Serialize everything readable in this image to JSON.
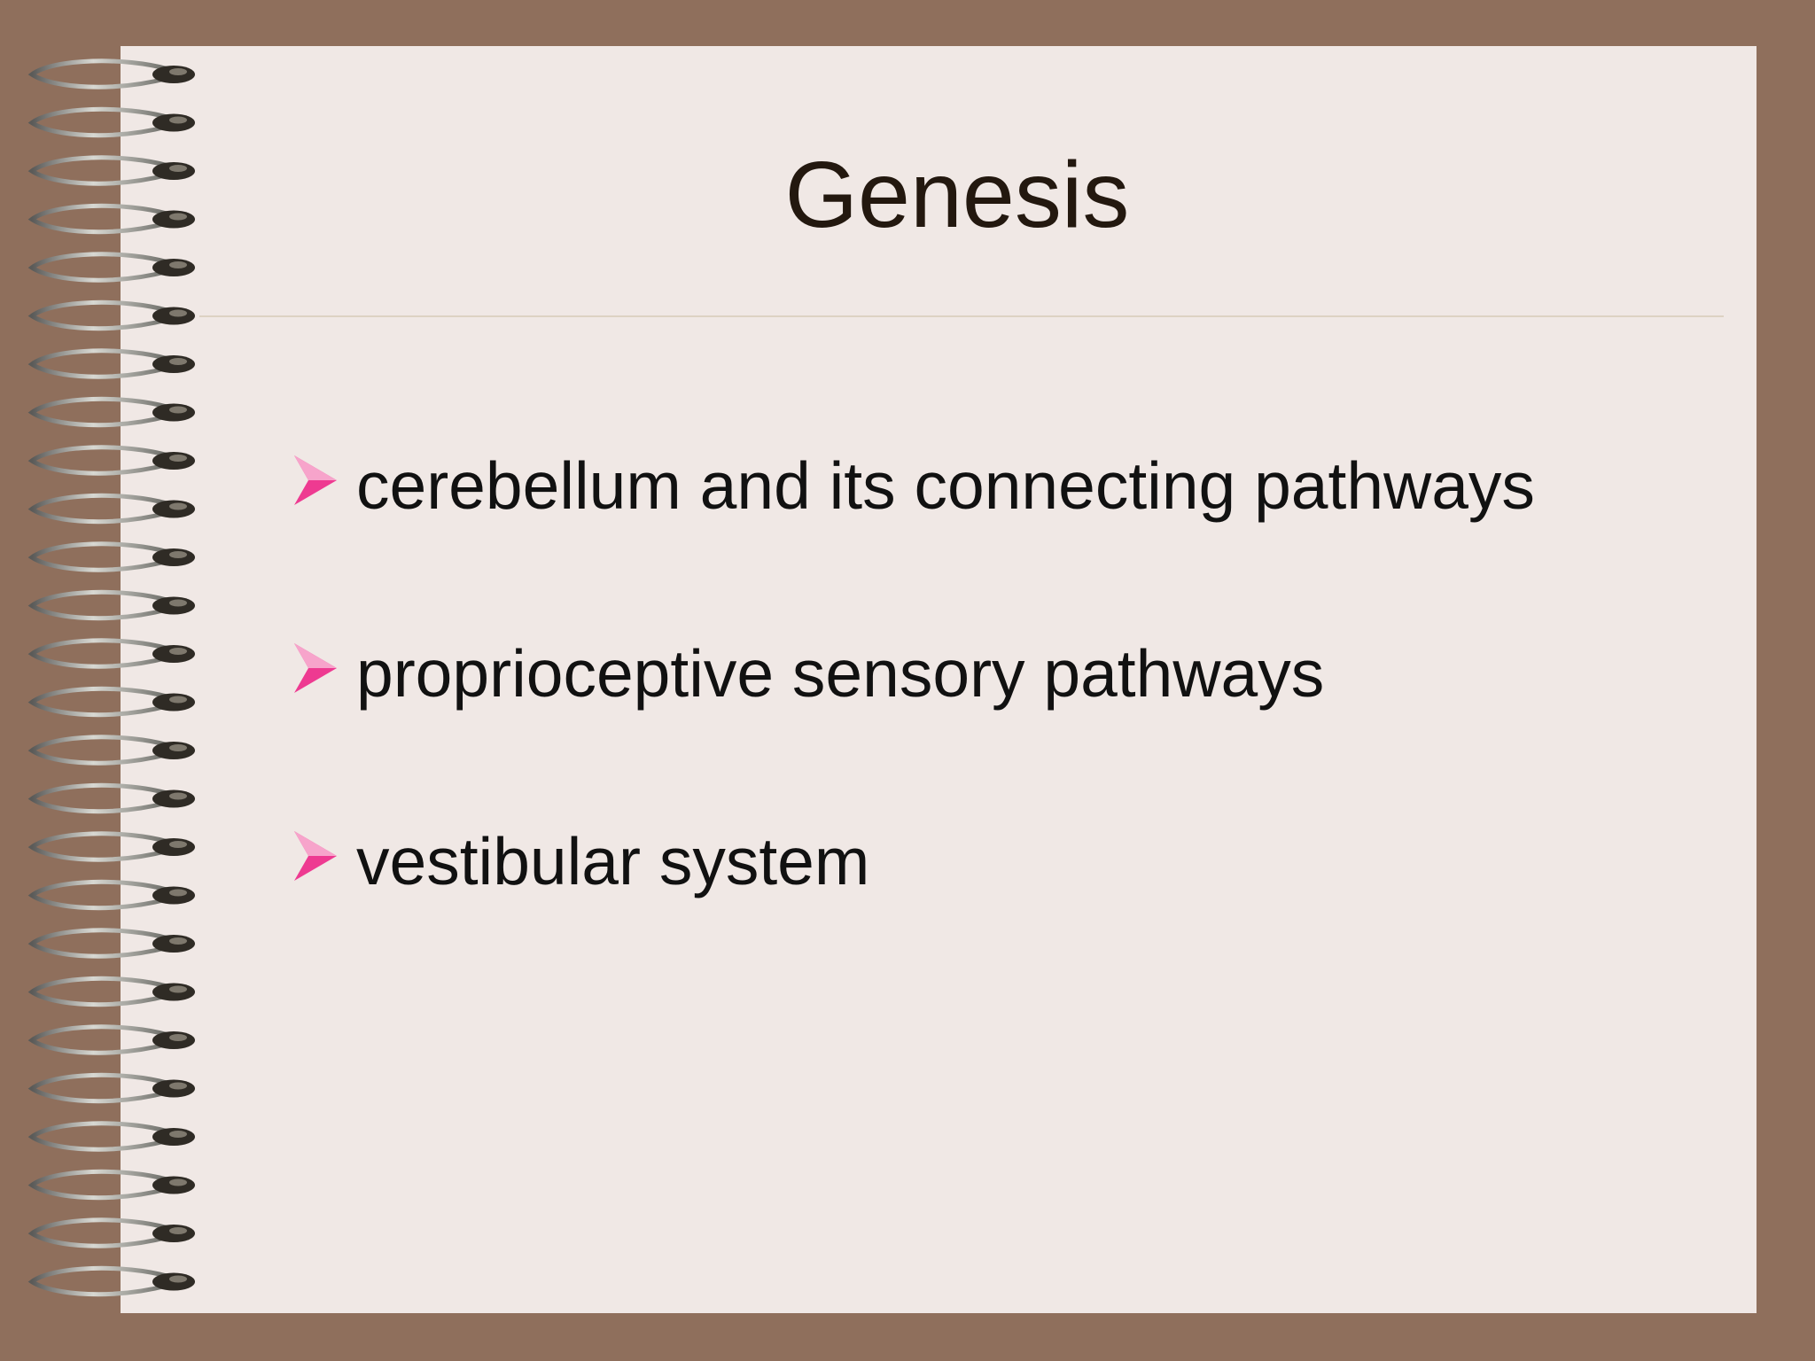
{
  "slide": {
    "title": "Genesis",
    "bullets": [
      "cerebellum and its connecting pathways",
      "proprioceptive sensory pathways",
      "vestibular system"
    ]
  },
  "icons": {
    "bullet": "arrow-icon",
    "binding": "spiral-binding-icon"
  },
  "colors": {
    "frame": "#8f6f5c",
    "paper": "#f0e8e5",
    "title": "#23180f",
    "text": "#111111",
    "bullet": "#ee3a91",
    "divider": "#ddd2c3"
  }
}
